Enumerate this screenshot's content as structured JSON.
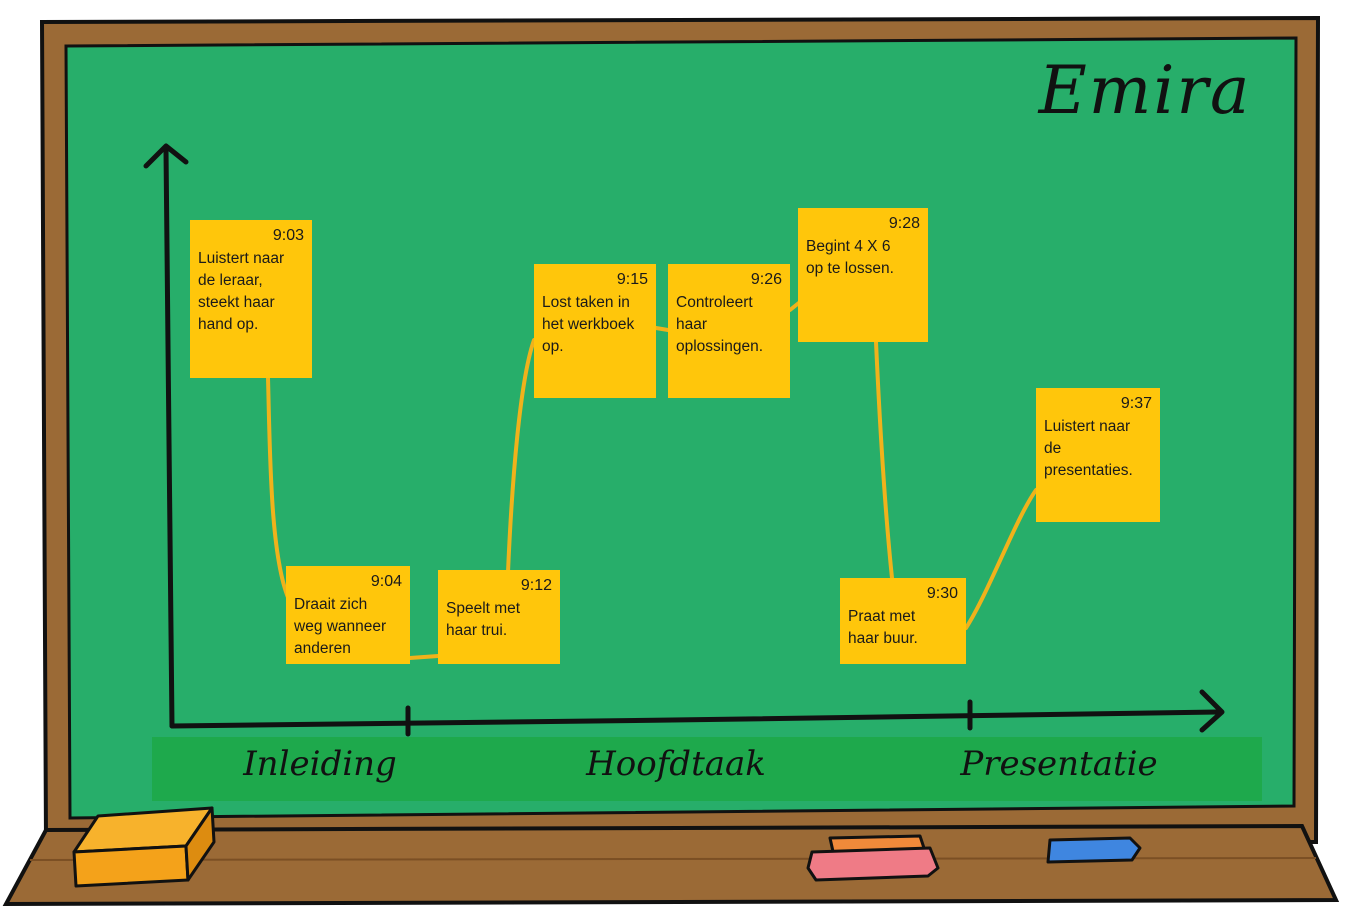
{
  "board": {
    "title": "Emira",
    "colors": {
      "board_green": "#27ae6a",
      "band_green": "#1ea94c",
      "frame_brown": "#9b6a36",
      "frame_dark": "#7b4f24",
      "note_yellow": "#ffc60b",
      "line_yellow": "#f0b21b",
      "axis": "#111111",
      "eraser": "#f4a21a",
      "chalk_red": "#ef7b86",
      "chalk_orange": "#f08a3a",
      "chalk_blue": "#3f86e0"
    }
  },
  "phases": [
    "Inleiding",
    "Hoofdtaak",
    "Presentatie"
  ],
  "notes": [
    {
      "time": "9:03",
      "text": "Luistert naar\nde leraar,\nsteekt haar\nhand op."
    },
    {
      "time": "9:04",
      "text": "Draait zich\nweg wanneer\nanderen"
    },
    {
      "time": "9:12",
      "text": "Speelt met\nhaar trui."
    },
    {
      "time": "9:15",
      "text": "Lost taken in\nhet werkboek\nop."
    },
    {
      "time": "9:26",
      "text": "Controleert\nhaar\noplossingen."
    },
    {
      "time": "9:28",
      "text": "Begint 4 X 6\nop te lossen."
    },
    {
      "time": "9:30",
      "text": "Praat met\nhaar buur."
    },
    {
      "time": "9:37",
      "text": "Luistert naar\nde\npresentaties."
    }
  ]
}
